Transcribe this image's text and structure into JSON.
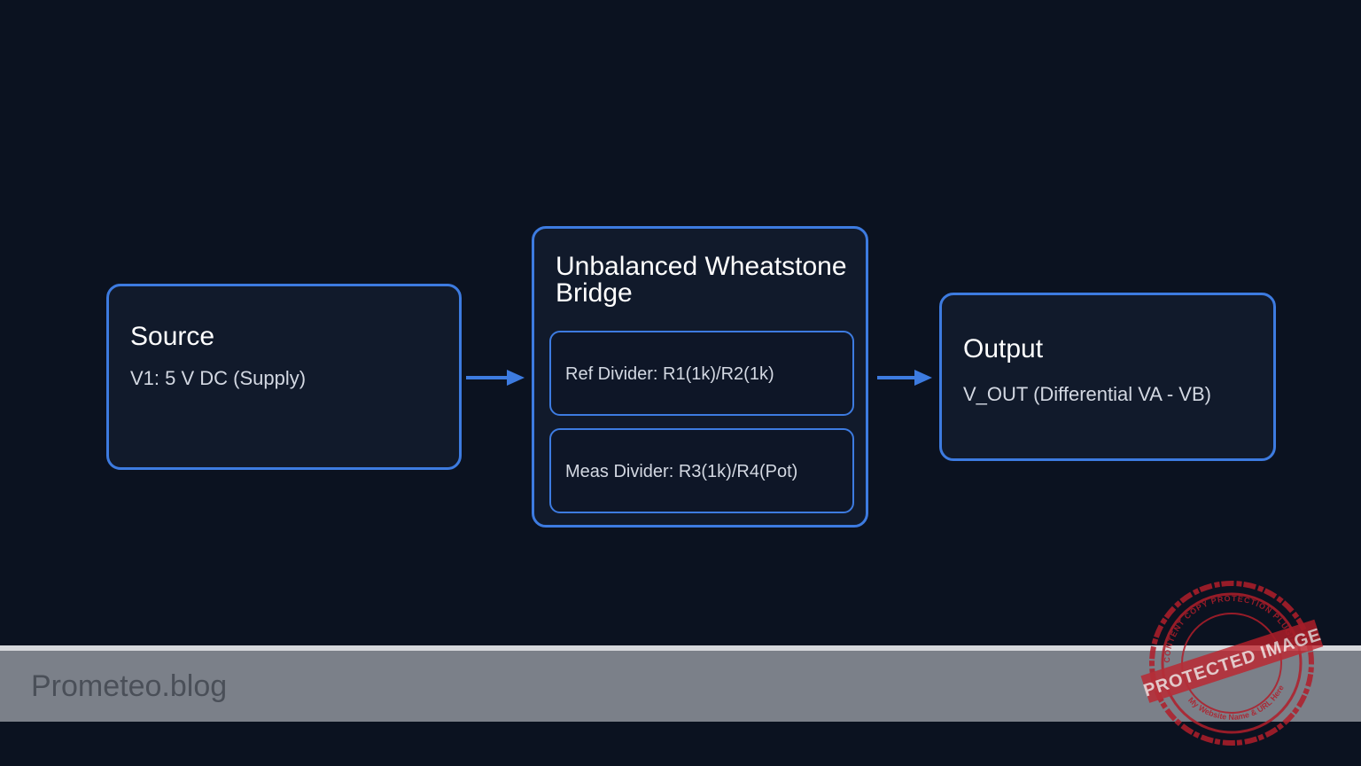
{
  "source": {
    "title": "Source",
    "subtitle": "V1: 5 V DC (Supply)"
  },
  "bridge": {
    "title": "Unbalanced Wheatstone Bridge",
    "ref_divider": "Ref Divider: R1(1k)/R2(1k)",
    "meas_divider": "Meas Divider: R3(1k)/R4(Pot)"
  },
  "output": {
    "title": "Output",
    "subtitle": "V_OUT (Differential VA - VB)"
  },
  "footer": {
    "brand": "Prometeo.blog"
  },
  "watermark": {
    "main_text": "PROTECTED IMAGE",
    "ring_top": "CONTENT COPY PROTECTION PLUGIN",
    "ring_bottom": "My Website Name & URL Here"
  },
  "colors": {
    "background": "#0b1220",
    "box_fill": "#111a2b",
    "accent_blue": "#3d7be0",
    "footer_bar": "#7b8089",
    "stamp_red": "#c0202a"
  }
}
